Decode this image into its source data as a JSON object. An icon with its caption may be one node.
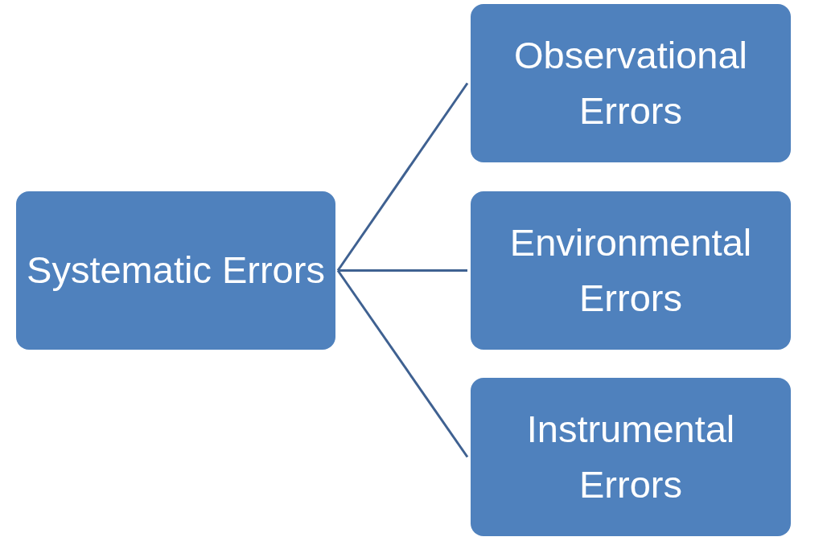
{
  "diagram": {
    "nodes": [
      {
        "text": [
          "Systematic Errors"
        ]
      },
      {
        "text": [
          "Observational Errors"
        ]
      },
      {
        "text": [
          "Environmental Errors"
        ]
      },
      {
        "text": [
          "Instrumental Errors"
        ]
      }
    ],
    "edges": [
      {
        "from": 0,
        "to": 1,
        "arrow": "none"
      },
      {
        "from": 0,
        "to": 2,
        "arrow": "none"
      },
      {
        "from": 0,
        "to": 3,
        "arrow": "none"
      }
    ]
  }
}
